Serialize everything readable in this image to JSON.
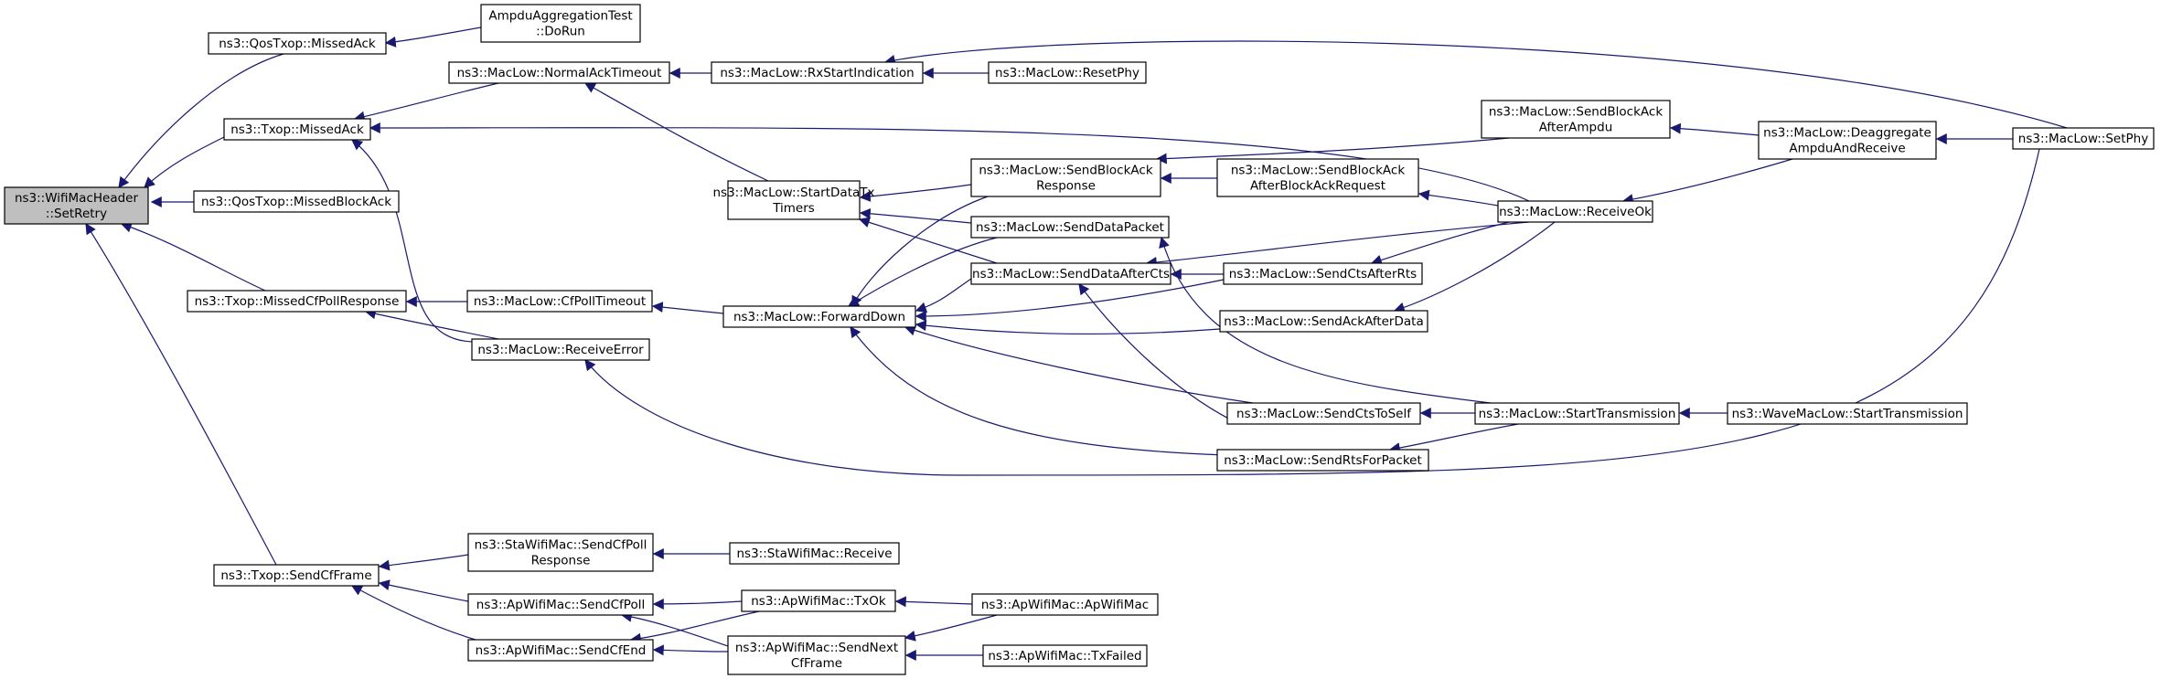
{
  "colors": {
    "edge": "#191970",
    "node_border": "#000000",
    "root_fill": "#bfbfbf",
    "node_fill": "#ffffff"
  },
  "nodes": [
    {
      "id": "root",
      "lines": [
        "ns3::WifiMacHeader",
        "::SetRetry"
      ],
      "root": true
    },
    {
      "id": "qostxop_missedack",
      "lines": [
        "ns3::QosTxop::MissedAck"
      ]
    },
    {
      "id": "ampdu_dorun",
      "lines": [
        "AmpduAggregationTest",
        "::DoRun"
      ]
    },
    {
      "id": "txop_missedack",
      "lines": [
        "ns3::Txop::MissedAck"
      ]
    },
    {
      "id": "normalacktimeout",
      "lines": [
        "ns3::MacLow::NormalAckTimeout"
      ]
    },
    {
      "id": "rxstartindication",
      "lines": [
        "ns3::MacLow::RxStartIndication"
      ]
    },
    {
      "id": "resetphy",
      "lines": [
        "ns3::MacLow::ResetPhy"
      ]
    },
    {
      "id": "setphy",
      "lines": [
        "ns3::MacLow::SetPhy"
      ]
    },
    {
      "id": "qostxop_missedblockack",
      "lines": [
        "ns3::QosTxop::MissedBlockAck"
      ]
    },
    {
      "id": "startdatatxtimers",
      "lines": [
        "ns3::MacLow::StartDataTx",
        "Timers"
      ]
    },
    {
      "id": "sendblockackresponse",
      "lines": [
        "ns3::MacLow::SendBlockAck",
        "Response"
      ]
    },
    {
      "id": "sendblockackafterampdu",
      "lines": [
        "ns3::MacLow::SendBlockAck",
        "AfterAmpdu"
      ]
    },
    {
      "id": "deaggregate",
      "lines": [
        "ns3::MacLow::Deaggregate",
        "AmpduAndReceive"
      ]
    },
    {
      "id": "sendblockackafterbar",
      "lines": [
        "ns3::MacLow::SendBlockAck",
        "AfterBlockAckRequest"
      ]
    },
    {
      "id": "receiveok",
      "lines": [
        "ns3::MacLow::ReceiveOk"
      ]
    },
    {
      "id": "senddatapacket",
      "lines": [
        "ns3::MacLow::SendDataPacket"
      ]
    },
    {
      "id": "senddataaftercts",
      "lines": [
        "ns3::MacLow::SendDataAfterCts"
      ]
    },
    {
      "id": "sendctsafterrts",
      "lines": [
        "ns3::MacLow::SendCtsAfterRts"
      ]
    },
    {
      "id": "txop_missedcfpollresponse",
      "lines": [
        "ns3::Txop::MissedCfPollResponse"
      ]
    },
    {
      "id": "cfpolltimeout",
      "lines": [
        "ns3::MacLow::CfPollTimeout"
      ]
    },
    {
      "id": "forwarddown",
      "lines": [
        "ns3::MacLow::ForwardDown"
      ]
    },
    {
      "id": "sendackafterdata",
      "lines": [
        "ns3::MacLow::SendAckAfterData"
      ]
    },
    {
      "id": "receiveerror",
      "lines": [
        "ns3::MacLow::ReceiveError"
      ]
    },
    {
      "id": "sendctstoself",
      "lines": [
        "ns3::MacLow::SendCtsToSelf"
      ]
    },
    {
      "id": "starttransmission",
      "lines": [
        "ns3::MacLow::StartTransmission"
      ]
    },
    {
      "id": "wave_starttransmission",
      "lines": [
        "ns3::WaveMacLow::StartTransmission"
      ]
    },
    {
      "id": "sendrtsforpacket",
      "lines": [
        "ns3::MacLow::SendRtsForPacket"
      ]
    },
    {
      "id": "txop_sendcfframe",
      "lines": [
        "ns3::Txop::SendCfFrame"
      ]
    },
    {
      "id": "sta_sendcfpollresponse",
      "lines": [
        "ns3::StaWifiMac::SendCfPoll",
        "Response"
      ]
    },
    {
      "id": "sta_receive",
      "lines": [
        "ns3::StaWifiMac::Receive"
      ]
    },
    {
      "id": "ap_sendcfpoll",
      "lines": [
        "ns3::ApWifiMac::SendCfPoll"
      ]
    },
    {
      "id": "ap_txok",
      "lines": [
        "ns3::ApWifiMac::TxOk"
      ]
    },
    {
      "id": "ap_apwifimac",
      "lines": [
        "ns3::ApWifiMac::ApWifiMac"
      ]
    },
    {
      "id": "ap_sendcfend",
      "lines": [
        "ns3::ApWifiMac::SendCfEnd"
      ]
    },
    {
      "id": "ap_sendnextcfframe",
      "lines": [
        "ns3::ApWifiMac::SendNext",
        "CfFrame"
      ]
    },
    {
      "id": "ap_txfailed",
      "lines": [
        "ns3::ApWifiMac::TxFailed"
      ]
    }
  ],
  "edges": [
    [
      "qostxop_missedack",
      "root"
    ],
    [
      "txop_missedack",
      "root"
    ],
    [
      "qostxop_missedblockack",
      "root"
    ],
    [
      "txop_missedcfpollresponse",
      "root"
    ],
    [
      "txop_sendcfframe",
      "root"
    ],
    [
      "ampdu_dorun",
      "qostxop_missedack"
    ],
    [
      "normalacktimeout",
      "txop_missedack"
    ],
    [
      "receiveok",
      "txop_missedack"
    ],
    [
      "receiveerror",
      "txop_missedack"
    ],
    [
      "rxstartindication",
      "normalacktimeout"
    ],
    [
      "startdatatxtimers",
      "normalacktimeout"
    ],
    [
      "resetphy",
      "rxstartindication"
    ],
    [
      "setphy",
      "rxstartindication"
    ],
    [
      "sendblockackresponse",
      "startdatatxtimers"
    ],
    [
      "senddatapacket",
      "startdatatxtimers"
    ],
    [
      "senddataaftercts",
      "startdatatxtimers"
    ],
    [
      "sendblockackafterampdu",
      "sendblockackresponse"
    ],
    [
      "sendblockackafterbar",
      "sendblockackresponse"
    ],
    [
      "deaggregate",
      "sendblockackafterampdu"
    ],
    [
      "setphy",
      "deaggregate"
    ],
    [
      "receiveok",
      "sendblockackafterbar"
    ],
    [
      "deaggregate",
      "receiveok"
    ],
    [
      "receiveok",
      "senddataaftercts"
    ],
    [
      "sendctsafterrts",
      "senddataaftercts"
    ],
    [
      "receiveok",
      "sendctsafterrts"
    ],
    [
      "receiveok",
      "sendackafterdata"
    ],
    [
      "cfpolltimeout",
      "txop_missedcfpollresponse"
    ],
    [
      "receiveerror",
      "txop_missedcfpollresponse"
    ],
    [
      "forwarddown",
      "cfpolltimeout"
    ],
    [
      "sendblockackresponse",
      "forwarddown"
    ],
    [
      "senddatapacket",
      "forwarddown"
    ],
    [
      "senddataaftercts",
      "forwarddown"
    ],
    [
      "sendctsafterrts",
      "forwarddown"
    ],
    [
      "sendackafterdata",
      "forwarddown"
    ],
    [
      "sendctstoself",
      "forwarddown"
    ],
    [
      "sendrtsforpacket",
      "forwarddown"
    ],
    [
      "setphy",
      "receiveerror"
    ],
    [
      "sendctstoself",
      "senddataaftercts"
    ],
    [
      "starttransmission",
      "sendctstoself"
    ],
    [
      "starttransmission",
      "senddatapacket"
    ],
    [
      "starttransmission",
      "sendrtsforpacket"
    ],
    [
      "wave_starttransmission",
      "starttransmission"
    ],
    [
      "sta_sendcfpollresponse",
      "txop_sendcfframe"
    ],
    [
      "ap_sendcfpoll",
      "txop_sendcfframe"
    ],
    [
      "ap_sendcfend",
      "txop_sendcfframe"
    ],
    [
      "sta_receive",
      "sta_sendcfpollresponse"
    ],
    [
      "ap_txok",
      "ap_sendcfpoll"
    ],
    [
      "ap_sendnextcfframe",
      "ap_sendcfpoll"
    ],
    [
      "ap_txok",
      "ap_sendcfend"
    ],
    [
      "ap_sendnextcfframe",
      "ap_sendcfend"
    ],
    [
      "ap_apwifimac",
      "ap_txok"
    ],
    [
      "ap_apwifimac",
      "ap_sendnextcfframe"
    ],
    [
      "ap_txfailed",
      "ap_sendnextcfframe"
    ]
  ]
}
